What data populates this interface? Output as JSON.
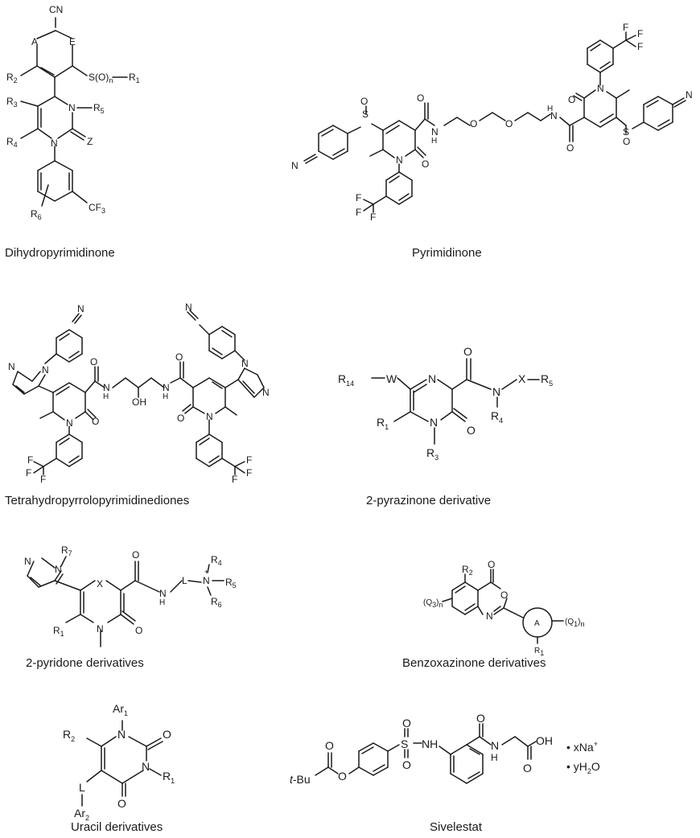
{
  "structures": [
    {
      "id": "dihydropyrimidinone",
      "name": "Dihydropyrimidinone"
    },
    {
      "id": "pyrimidinone",
      "name": "Pyrimidinone"
    },
    {
      "id": "tetrahydro",
      "name": "Tetrahydropyrrolopyrimidinediones"
    },
    {
      "id": "pyrazinone",
      "name": "2-pyrazinone derivative"
    },
    {
      "id": "pyridone",
      "name": "2-pyridone derivatives"
    },
    {
      "id": "benzoxazinone",
      "name": "Benzoxazinone derivatives"
    },
    {
      "id": "uracil",
      "name": "Uracil derivatives"
    },
    {
      "id": "sivelestat",
      "name": "Sivelestat"
    }
  ]
}
